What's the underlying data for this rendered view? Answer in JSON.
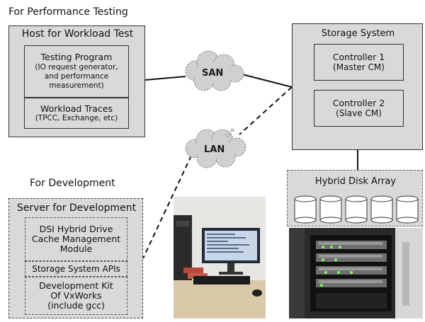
{
  "sections": {
    "perf_title": "For Performance Testing",
    "dev_title": "For Development"
  },
  "host": {
    "title": "Host for Workload Test",
    "program_title": "Testing Program",
    "program_desc": [
      "(IO request generator,",
      "and performance",
      "measurement)"
    ],
    "traces_title": "Workload Traces",
    "traces_desc": "(TPCC, Exchange, etc)"
  },
  "network": {
    "san": "SAN",
    "lan": "LAN"
  },
  "storage": {
    "title": "Storage System",
    "controller1": [
      "Controller 1",
      "(Master CM)"
    ],
    "controller2": [
      "Controller 2",
      "(Slave CM)"
    ]
  },
  "disk_array": {
    "title": "Hybrid Disk Array"
  },
  "dev_server": {
    "title": "Server for Development",
    "module": [
      "DSI Hybrid Drive",
      "Cache Management",
      "Module"
    ],
    "apis": "Storage System APIs",
    "kit": [
      "Development Kit",
      "Of VxWorks",
      "(include gcc)"
    ]
  },
  "colors": {
    "box_fill": "#d9d9d9",
    "border": "#333333",
    "cloud_fill": "#d0d0d0"
  }
}
